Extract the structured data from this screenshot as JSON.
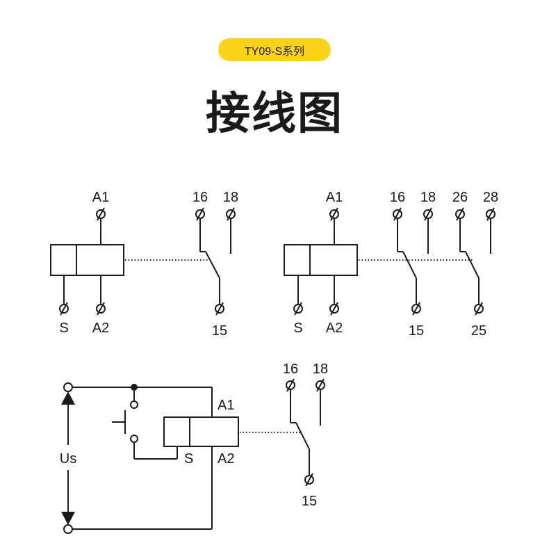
{
  "badge": {
    "label": "TY09-S系列",
    "color": "#fbd21c"
  },
  "title": "接线图",
  "diagram1": {
    "a1": "A1",
    "s": "S",
    "a2": "A2",
    "t16": "16",
    "t18": "18",
    "t15": "15"
  },
  "diagram2": {
    "a1": "A1",
    "s": "S",
    "a2": "A2",
    "t16": "16",
    "t18": "18",
    "t15": "15",
    "t26": "26",
    "t28": "28",
    "t25": "25"
  },
  "diagram3": {
    "us": "Us",
    "a1": "A1",
    "s": "S",
    "a2": "A2",
    "t16": "16",
    "t18": "18",
    "t15": "15"
  }
}
